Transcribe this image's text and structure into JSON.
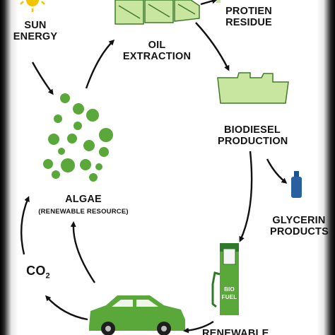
{
  "nodes": {
    "sun": {
      "line1": "SUN",
      "line2": "ENERGY"
    },
    "oil": {
      "line1": "OIL",
      "line2": "EXTRACTION"
    },
    "protein": {
      "line1": "PROTIEN",
      "line2": "RESIDUE"
    },
    "biodiesel": {
      "line1": "BIODIESEL",
      "line2": "PRODUCTION"
    },
    "glycerin": {
      "line1": "GLYCERIN",
      "line2": "PRODUCTS"
    },
    "algae": {
      "line1": "ALGAE",
      "line2": "(RENEWABLE RESOURCE)"
    },
    "co2": {
      "text": "CO",
      "sub": "2"
    },
    "renewable": {
      "text": "RENEWABLE"
    },
    "pump": {
      "line1": "BIO",
      "line2": "FUEL"
    }
  },
  "colors": {
    "green": "#5aa83a",
    "light_green": "#c9e6a0",
    "dark_green": "#2f7a2a",
    "blue": "#2a5fa0",
    "sun": "#f2c300"
  },
  "icons": [
    "sun-icon",
    "oil-press-icon",
    "protein-block-icon",
    "biodiesel-block-icon",
    "glycerin-bottle-icon",
    "algae-cells-icon",
    "car-icon",
    "fuel-pump-icon"
  ]
}
